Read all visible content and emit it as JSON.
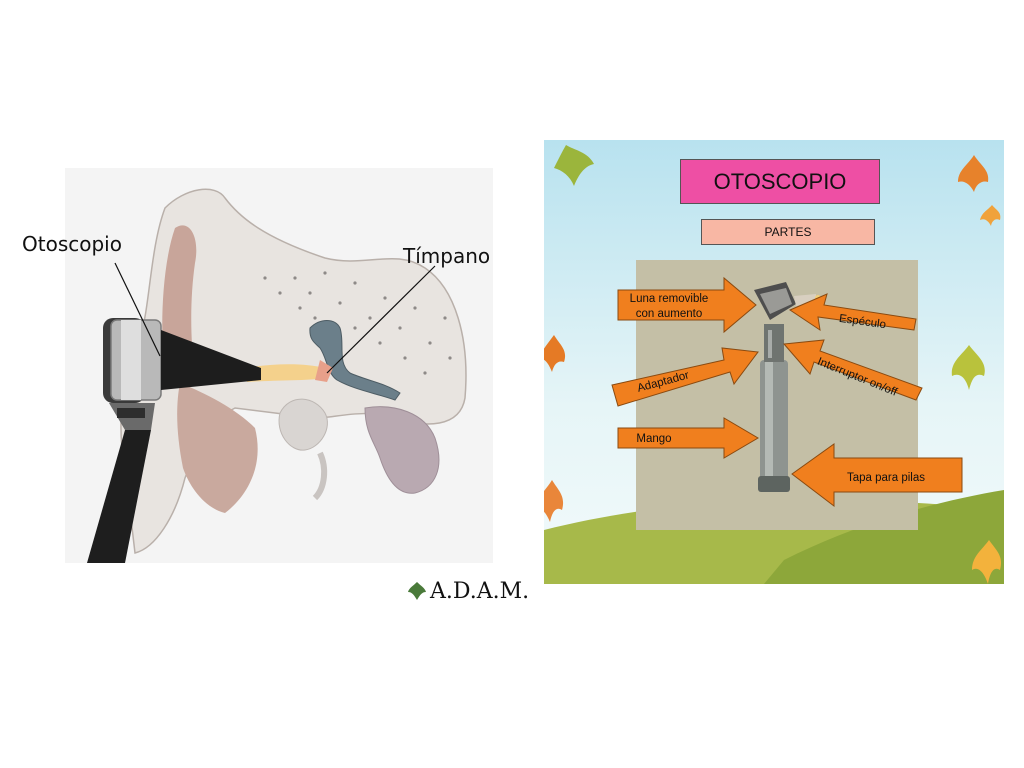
{
  "left_figure": {
    "labels": {
      "otoscope": "Otoscopio",
      "eardrum": "Tímpano"
    },
    "watermark": "A.D.A.M."
  },
  "right_slide": {
    "title": "OTOSCOPIO",
    "subtitle": "PARTES",
    "parts": {
      "lens_line1": "Luna removible",
      "lens_line2": "con aumento",
      "speculum": "Espéculo",
      "adapter": "Adaptador",
      "switch": "Interruptor on/off",
      "handle": "Mango",
      "battery_cap": "Tapa para pilas"
    },
    "colors": {
      "title_bg": "#ee4fa4",
      "subtitle_bg": "#f8b7a4",
      "arrow": "#f07f1e"
    }
  }
}
